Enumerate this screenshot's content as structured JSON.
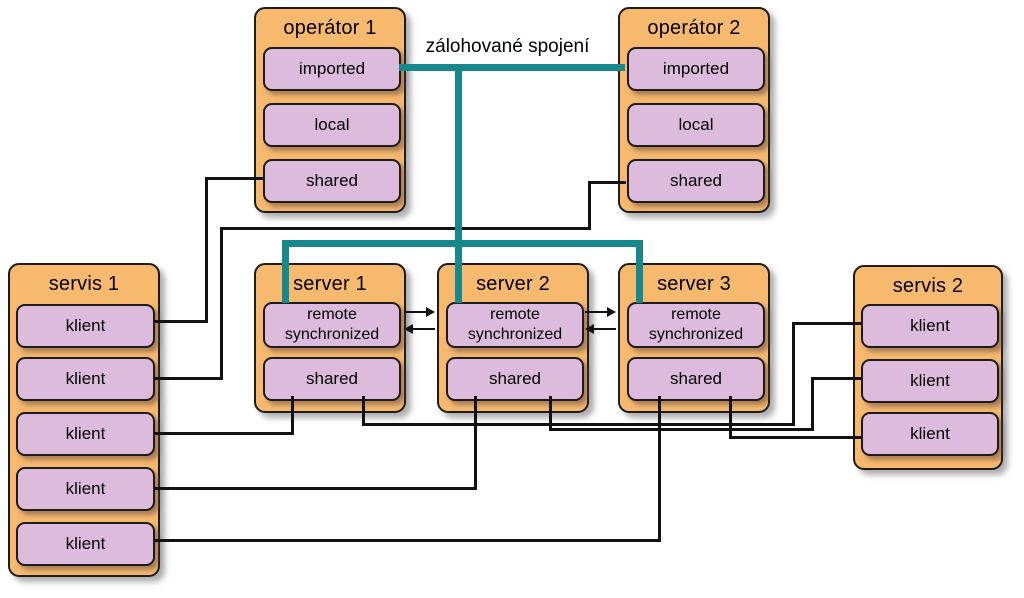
{
  "backup_label": "zálohované spojení",
  "colors": {
    "group_fill": "#F6B96E",
    "item_fill": "#DCBBDD",
    "backup_line": "#17898D",
    "link_line": "#121212"
  },
  "groups": [
    {
      "id": "operator1",
      "title": "operátor 1",
      "items": [
        "imported",
        "local",
        "shared"
      ]
    },
    {
      "id": "operator2",
      "title": "operátor 2",
      "items": [
        "imported",
        "local",
        "shared"
      ]
    },
    {
      "id": "servis1",
      "title": "servis 1",
      "items": [
        "klient",
        "klient",
        "klient",
        "klient",
        "klient"
      ]
    },
    {
      "id": "server1",
      "title": "server 1",
      "items": [
        "remote synchronized",
        "shared"
      ]
    },
    {
      "id": "server2",
      "title": "server 2",
      "items": [
        "remote synchronized",
        "shared"
      ]
    },
    {
      "id": "server3",
      "title": "server 3",
      "items": [
        "remote synchronized",
        "shared"
      ]
    },
    {
      "id": "servis2",
      "title": "servis 2",
      "items": [
        "klient",
        "klient",
        "klient"
      ]
    }
  ],
  "backup_network": {
    "label": "zálohované spojení",
    "connects": [
      "operátor 1 / imported",
      "operátor 2 / imported",
      "server 1 / remote synchronized",
      "server 2 / remote synchronized",
      "server 3 / remote synchronized"
    ]
  },
  "links": [
    {
      "from": "operátor 1 / shared",
      "to": "servis 1 / klient 1"
    },
    {
      "from": "operátor 2 / shared",
      "to": "servis 1 / klient 2"
    },
    {
      "from": "server 1 / shared",
      "to": "servis 1 / klient 3"
    },
    {
      "from": "server 2 / shared",
      "to": "servis 1 / klient 4"
    },
    {
      "from": "server 3 / shared",
      "to": "servis 1 / klient 5"
    },
    {
      "from": "server 1 / shared",
      "to": "servis 2 / klient 1"
    },
    {
      "from": "server 2 / shared",
      "to": "servis 2 / klient 2"
    },
    {
      "from": "server 3 / shared",
      "to": "servis 2 / klient 3"
    },
    {
      "from": "server 1 / remote synchronized",
      "to": "server 2 / remote synchronized",
      "bidirectional": true
    },
    {
      "from": "server 2 / remote synchronized",
      "to": "server 3 / remote synchronized",
      "bidirectional": true
    }
  ]
}
